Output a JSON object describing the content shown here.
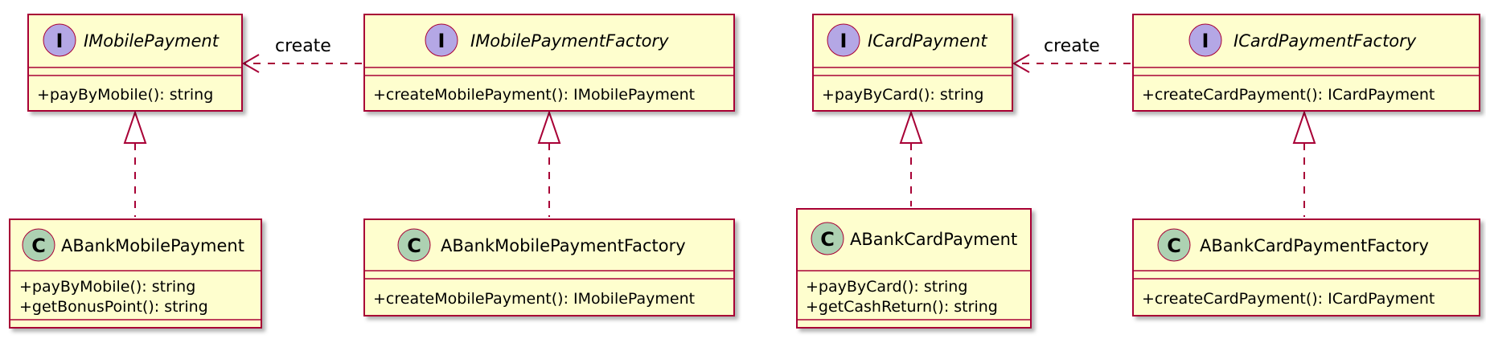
{
  "colors": {
    "box_fill": "#FEFECE",
    "border": "#A80036",
    "interface_badge": "#B4A7E5",
    "class_badge": "#ADD1B2"
  },
  "relation_label": "create",
  "interfaces": [
    {
      "letter": "I",
      "name": "IMobilePayment",
      "members": [
        "+payByMobile(): string"
      ]
    },
    {
      "letter": "I",
      "name": "IMobilePaymentFactory",
      "members": [
        "+createMobilePayment(): IMobilePayment"
      ]
    },
    {
      "letter": "I",
      "name": "ICardPayment",
      "members": [
        "+payByCard(): string"
      ]
    },
    {
      "letter": "I",
      "name": "ICardPaymentFactory",
      "members": [
        "+createCardPayment(): ICardPayment"
      ]
    }
  ],
  "classes": [
    {
      "letter": "C",
      "name": "ABankMobilePayment",
      "members": [
        "+payByMobile(): string",
        "+getBonusPoint(): string"
      ]
    },
    {
      "letter": "C",
      "name": "ABankMobilePaymentFactory",
      "members": [
        "+createMobilePayment(): IMobilePayment"
      ]
    },
    {
      "letter": "C",
      "name": "ABankCardPayment",
      "members": [
        "+payByCard(): string",
        "+getCashReturn(): string"
      ]
    },
    {
      "letter": "C",
      "name": "ABankCardPaymentFactory",
      "members": [
        "+createCardPayment(): ICardPayment"
      ]
    }
  ]
}
